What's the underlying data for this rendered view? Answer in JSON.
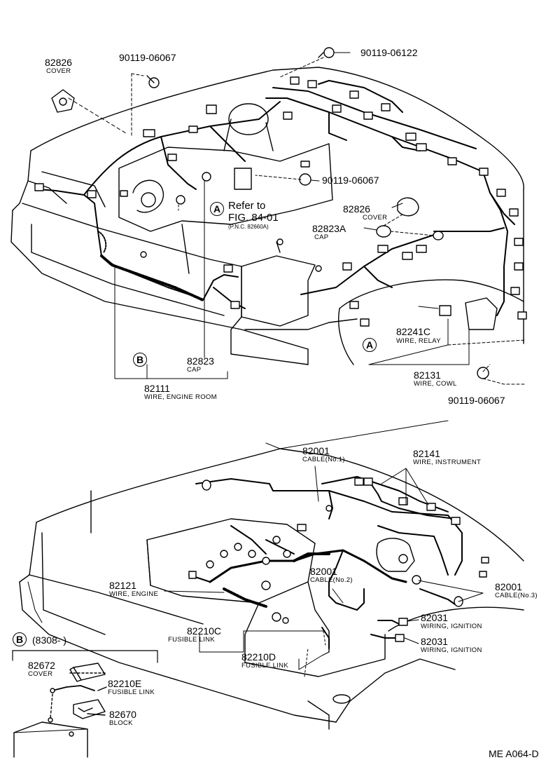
{
  "parts": {
    "p82826a": {
      "number": "82826",
      "desc": "COVER"
    },
    "p90119_06067a": {
      "number": "90119-06067"
    },
    "p90119_06122": {
      "number": "90119-06122"
    },
    "p90119_06067b": {
      "number": "90119-06067"
    },
    "ref": {
      "circle": "A",
      "line1": "Refer to",
      "line2": "FIG. 84-01",
      "line3": "(P.N.C. 82660A)"
    },
    "p82826b": {
      "number": "82826",
      "desc": "COVER"
    },
    "p82823A": {
      "number": "82823A",
      "desc": "CAP"
    },
    "p82241C": {
      "number": "82241C",
      "desc": "WIRE, RELAY"
    },
    "circleA2": {
      "circle": "A"
    },
    "p82131": {
      "number": "82131",
      "desc": "WIRE, COWL"
    },
    "p90119_06067c": {
      "number": "90119-06067"
    },
    "p82823": {
      "number": "82823",
      "desc": "CAP"
    },
    "circleB1": {
      "circle": "B"
    },
    "p82111": {
      "number": "82111",
      "desc": "WIRE, ENGINE ROOM"
    },
    "p82001a": {
      "number": "82001",
      "desc": "CABLE(No.1)"
    },
    "p82141": {
      "number": "82141",
      "desc": "WIRE, INSTRUMENT"
    },
    "p82121": {
      "number": "82121",
      "desc": "WIRE, ENGINE"
    },
    "p82001b": {
      "number": "82001",
      "desc": "CABLE(No.2)"
    },
    "p82001c": {
      "number": "82001",
      "desc": "CABLE(No.3)"
    },
    "p82031a": {
      "number": "82031",
      "desc": "WIRING, IGNITION"
    },
    "p82031b": {
      "number": "82031",
      "desc": "WIRING, IGNITION"
    },
    "p82210C": {
      "number": "82210C",
      "desc": "FUSIBLE LINK"
    },
    "p82210D": {
      "number": "82210D",
      "desc": "FUSIBLE LINK"
    },
    "inset": {
      "circle": "B",
      "range": "(8308-          )"
    },
    "p82672": {
      "number": "82672",
      "desc": "COVER"
    },
    "p82210E": {
      "number": "82210E",
      "desc": "FUSIBLE LINK"
    },
    "p82670": {
      "number": "82670",
      "desc": "BLOCK"
    }
  },
  "figure_code": "ME A064-D"
}
